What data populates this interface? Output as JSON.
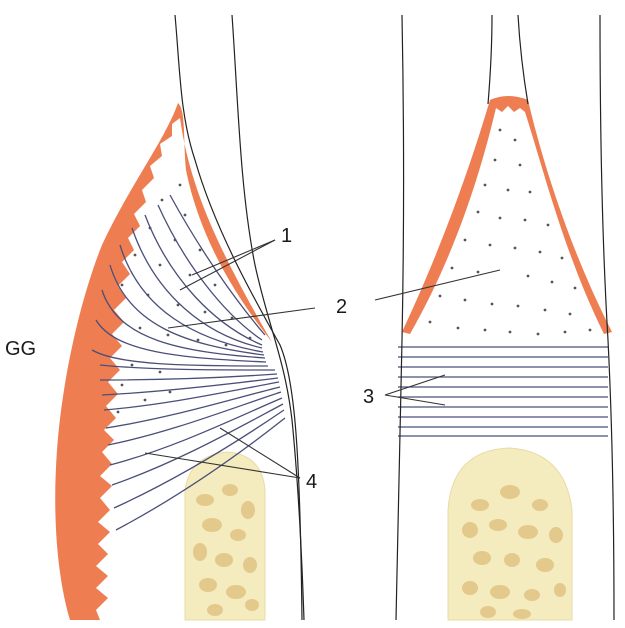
{
  "labels": {
    "gg": "GG",
    "one": "1",
    "two": "2",
    "three": "3",
    "four": "4"
  },
  "colors": {
    "epithelium": "#ee7d52",
    "bone": "#f4ebbf",
    "bone_marrow": "#e3c98b",
    "fibers": "#4a4f78",
    "outline": "#222222"
  }
}
